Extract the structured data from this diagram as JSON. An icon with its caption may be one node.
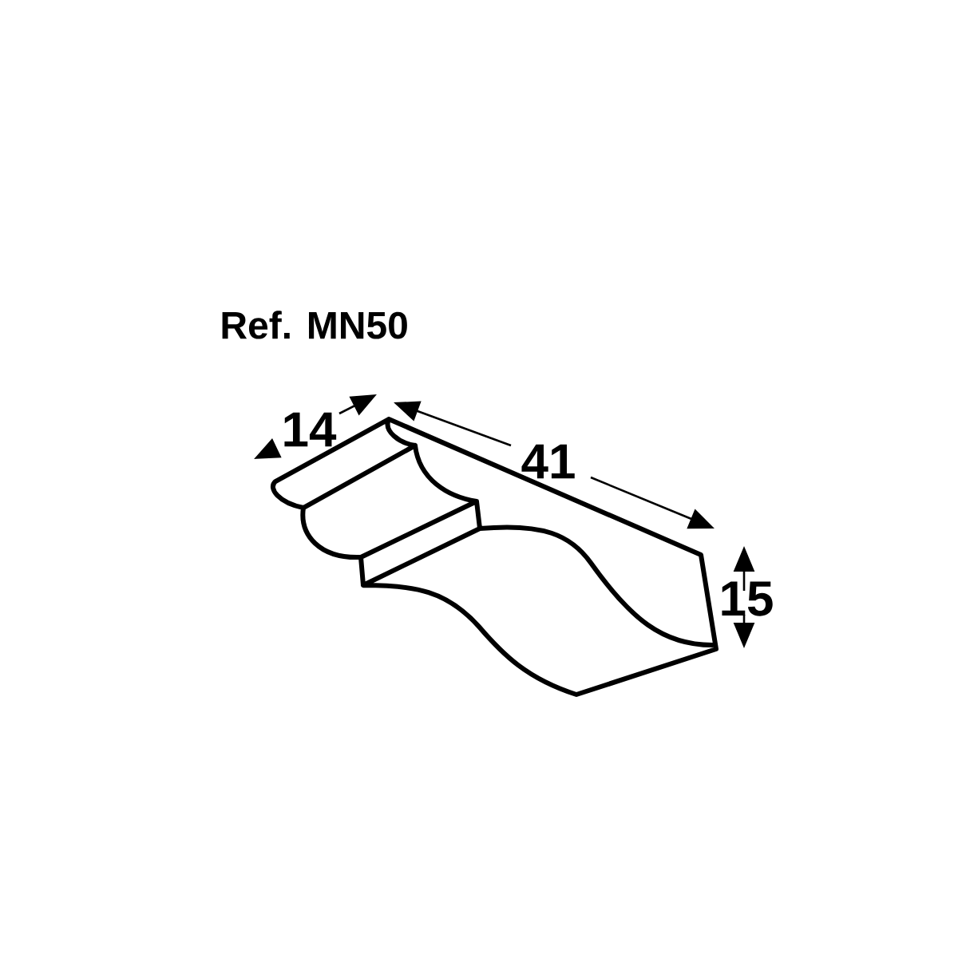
{
  "diagram": {
    "title": "Ref. MN50",
    "labels": [
      "14",
      "41",
      "15"
    ]
  }
}
